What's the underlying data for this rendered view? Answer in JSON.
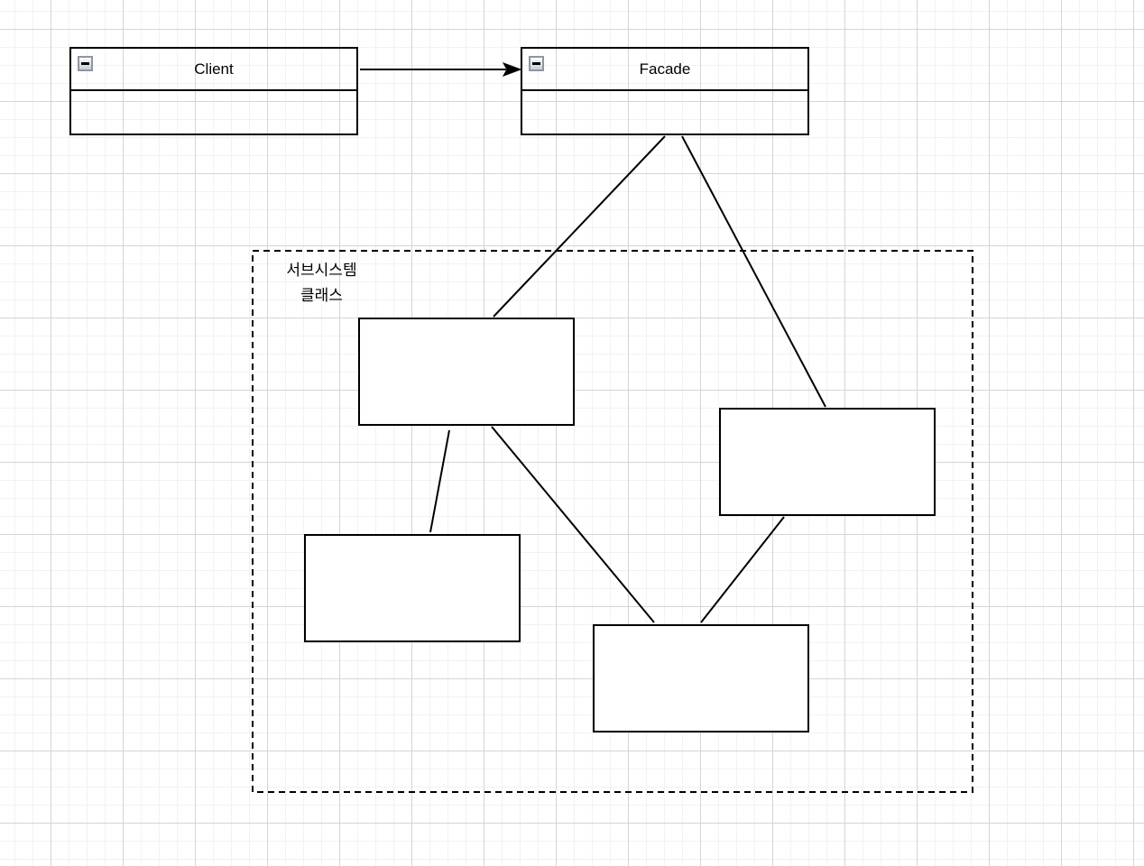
{
  "diagram": {
    "classes": {
      "client": {
        "title": "Client"
      },
      "facade": {
        "title": "Facade"
      }
    },
    "subsystem": {
      "label_line1": "서브시스템",
      "label_line2": "클래스",
      "box_count": 4
    },
    "edges": [
      {
        "from": "client-class",
        "to": "facade-class",
        "type": "directed-arrow"
      },
      {
        "from": "facade-class",
        "to": "subsystem-box-1",
        "type": "line"
      },
      {
        "from": "facade-class",
        "to": "subsystem-box-2",
        "type": "line"
      },
      {
        "from": "subsystem-box-1",
        "to": "subsystem-box-3",
        "type": "line"
      },
      {
        "from": "subsystem-box-1",
        "to": "subsystem-box-4",
        "type": "line"
      },
      {
        "from": "subsystem-box-2",
        "to": "subsystem-box-4",
        "type": "line"
      }
    ],
    "icons": {
      "collapse": "minus-icon"
    },
    "colors": {
      "shape_stroke": "#000000",
      "shape_fill": "#ffffff",
      "grid_minor": "#f2f2f2",
      "grid_major": "#d5d5d5",
      "collapse_border": "#8e96a3"
    }
  }
}
